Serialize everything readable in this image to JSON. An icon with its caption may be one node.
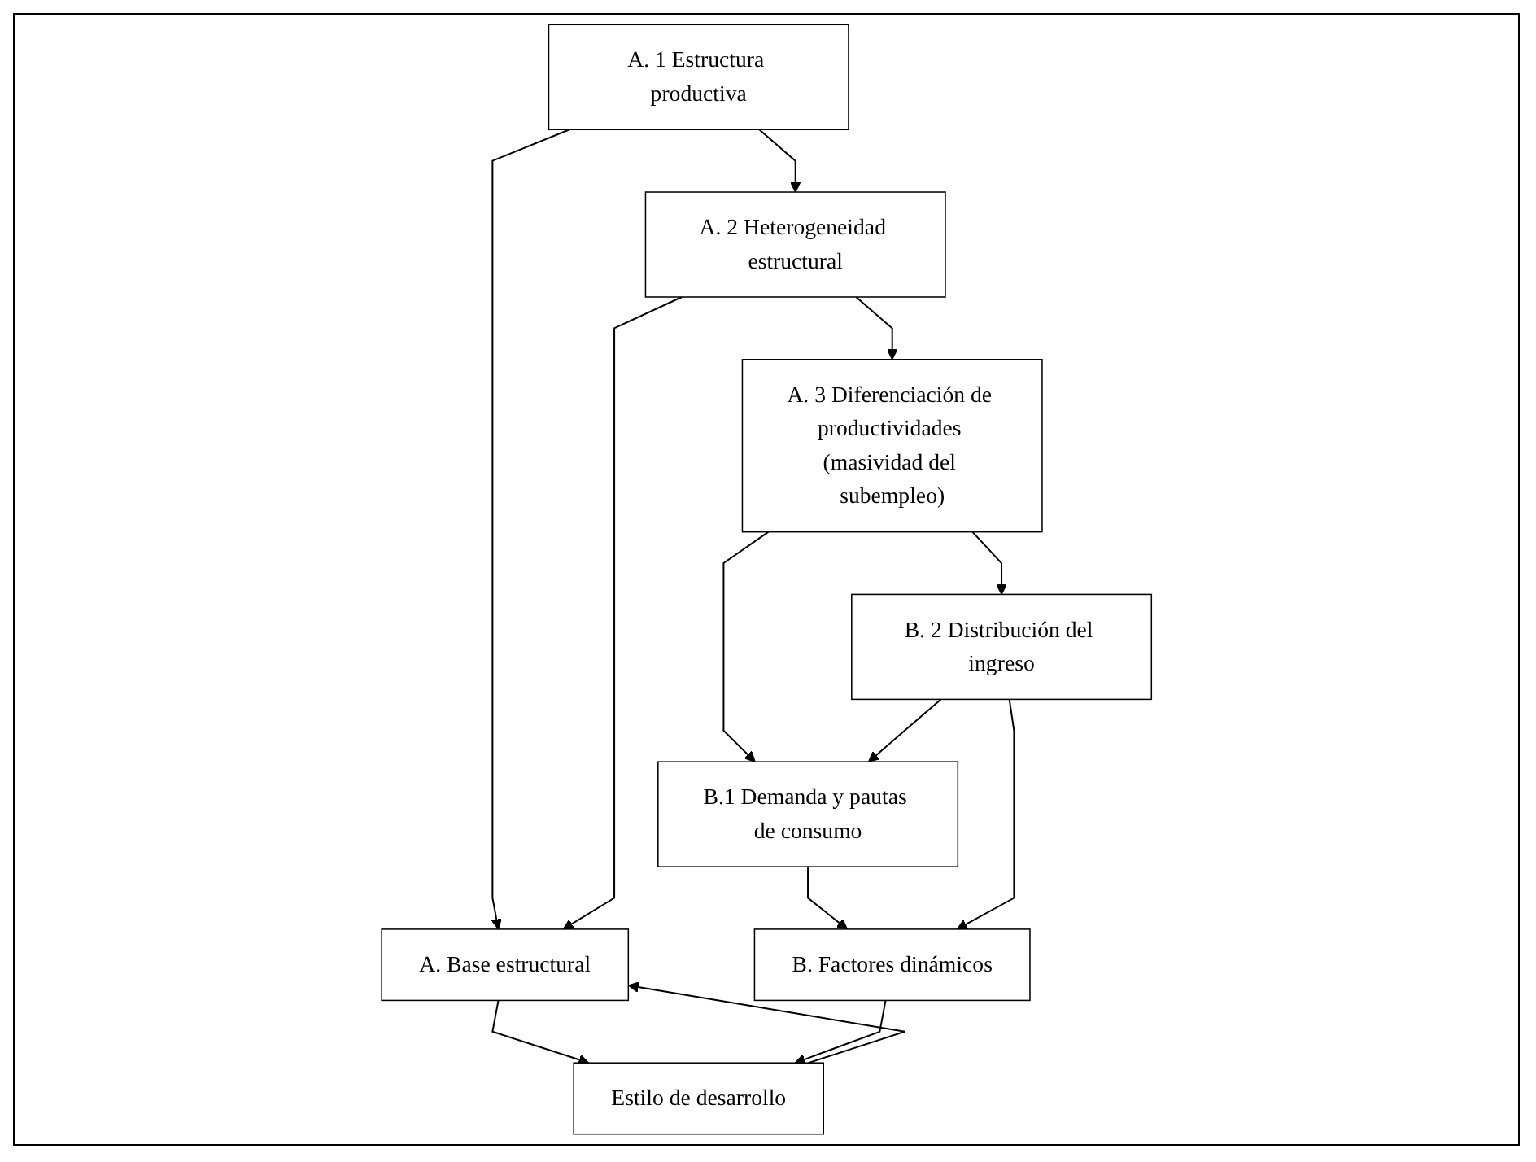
{
  "diagram": {
    "nodes": [
      {
        "text": [
          "A. Base estructural"
        ]
      },
      {
        "text": [
          "A. 1 Estructura productiva"
        ]
      },
      {
        "text": [
          "A. 2 Heterogeneidad estructural"
        ]
      },
      {
        "text": [
          "A. 3 Diferenciación de productividades (masividad del subempleo)"
        ]
      },
      {
        "text": [
          "Estilo de desarrollo"
        ]
      },
      {
        "text": [
          "B. Factores dinámicos"
        ]
      },
      {
        "text": [
          "B.1 Demanda y pautas de consumo"
        ]
      },
      {
        "text": [
          "B. 2 Distribución del ingreso"
        ]
      }
    ],
    "edges": [
      {
        "from": 1,
        "to": 0,
        "arrow": "to"
      },
      {
        "from": 1,
        "to": 2,
        "arrow": "to"
      },
      {
        "from": 2,
        "to": 0,
        "arrow": "to"
      },
      {
        "from": 2,
        "to": 3,
        "arrow": "to"
      },
      {
        "from": 4,
        "to": 0,
        "arrow": "to"
      },
      {
        "from": 0,
        "to": 4,
        "arrow": "to"
      },
      {
        "from": 3,
        "to": 6,
        "arrow": "to"
      },
      {
        "from": 3,
        "to": 7,
        "arrow": "to"
      },
      {
        "from": 6,
        "to": 5,
        "arrow": "to"
      },
      {
        "from": 5,
        "to": 4,
        "arrow": "to"
      },
      {
        "from": 7,
        "to": 5,
        "arrow": "to"
      },
      {
        "from": 7,
        "to": 6,
        "arrow": "to"
      }
    ]
  }
}
